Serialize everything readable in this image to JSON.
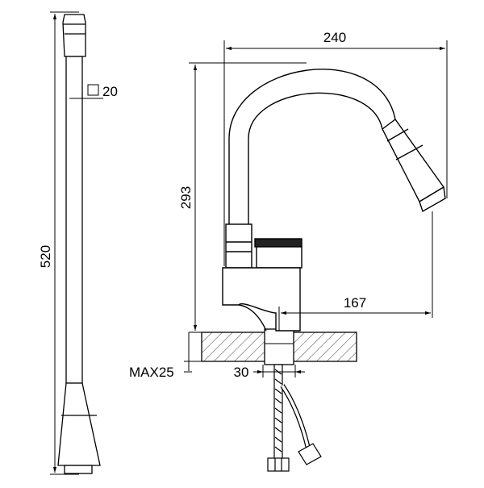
{
  "dimensions": {
    "width_total": "240",
    "height_total": "293",
    "reach": "167",
    "hose_length": "520",
    "hose_square": "20",
    "base_diameter": "30",
    "max_thickness": "MAX25"
  },
  "colors": {
    "line": "#000000",
    "hatch": "#444444",
    "background": "#ffffff"
  }
}
